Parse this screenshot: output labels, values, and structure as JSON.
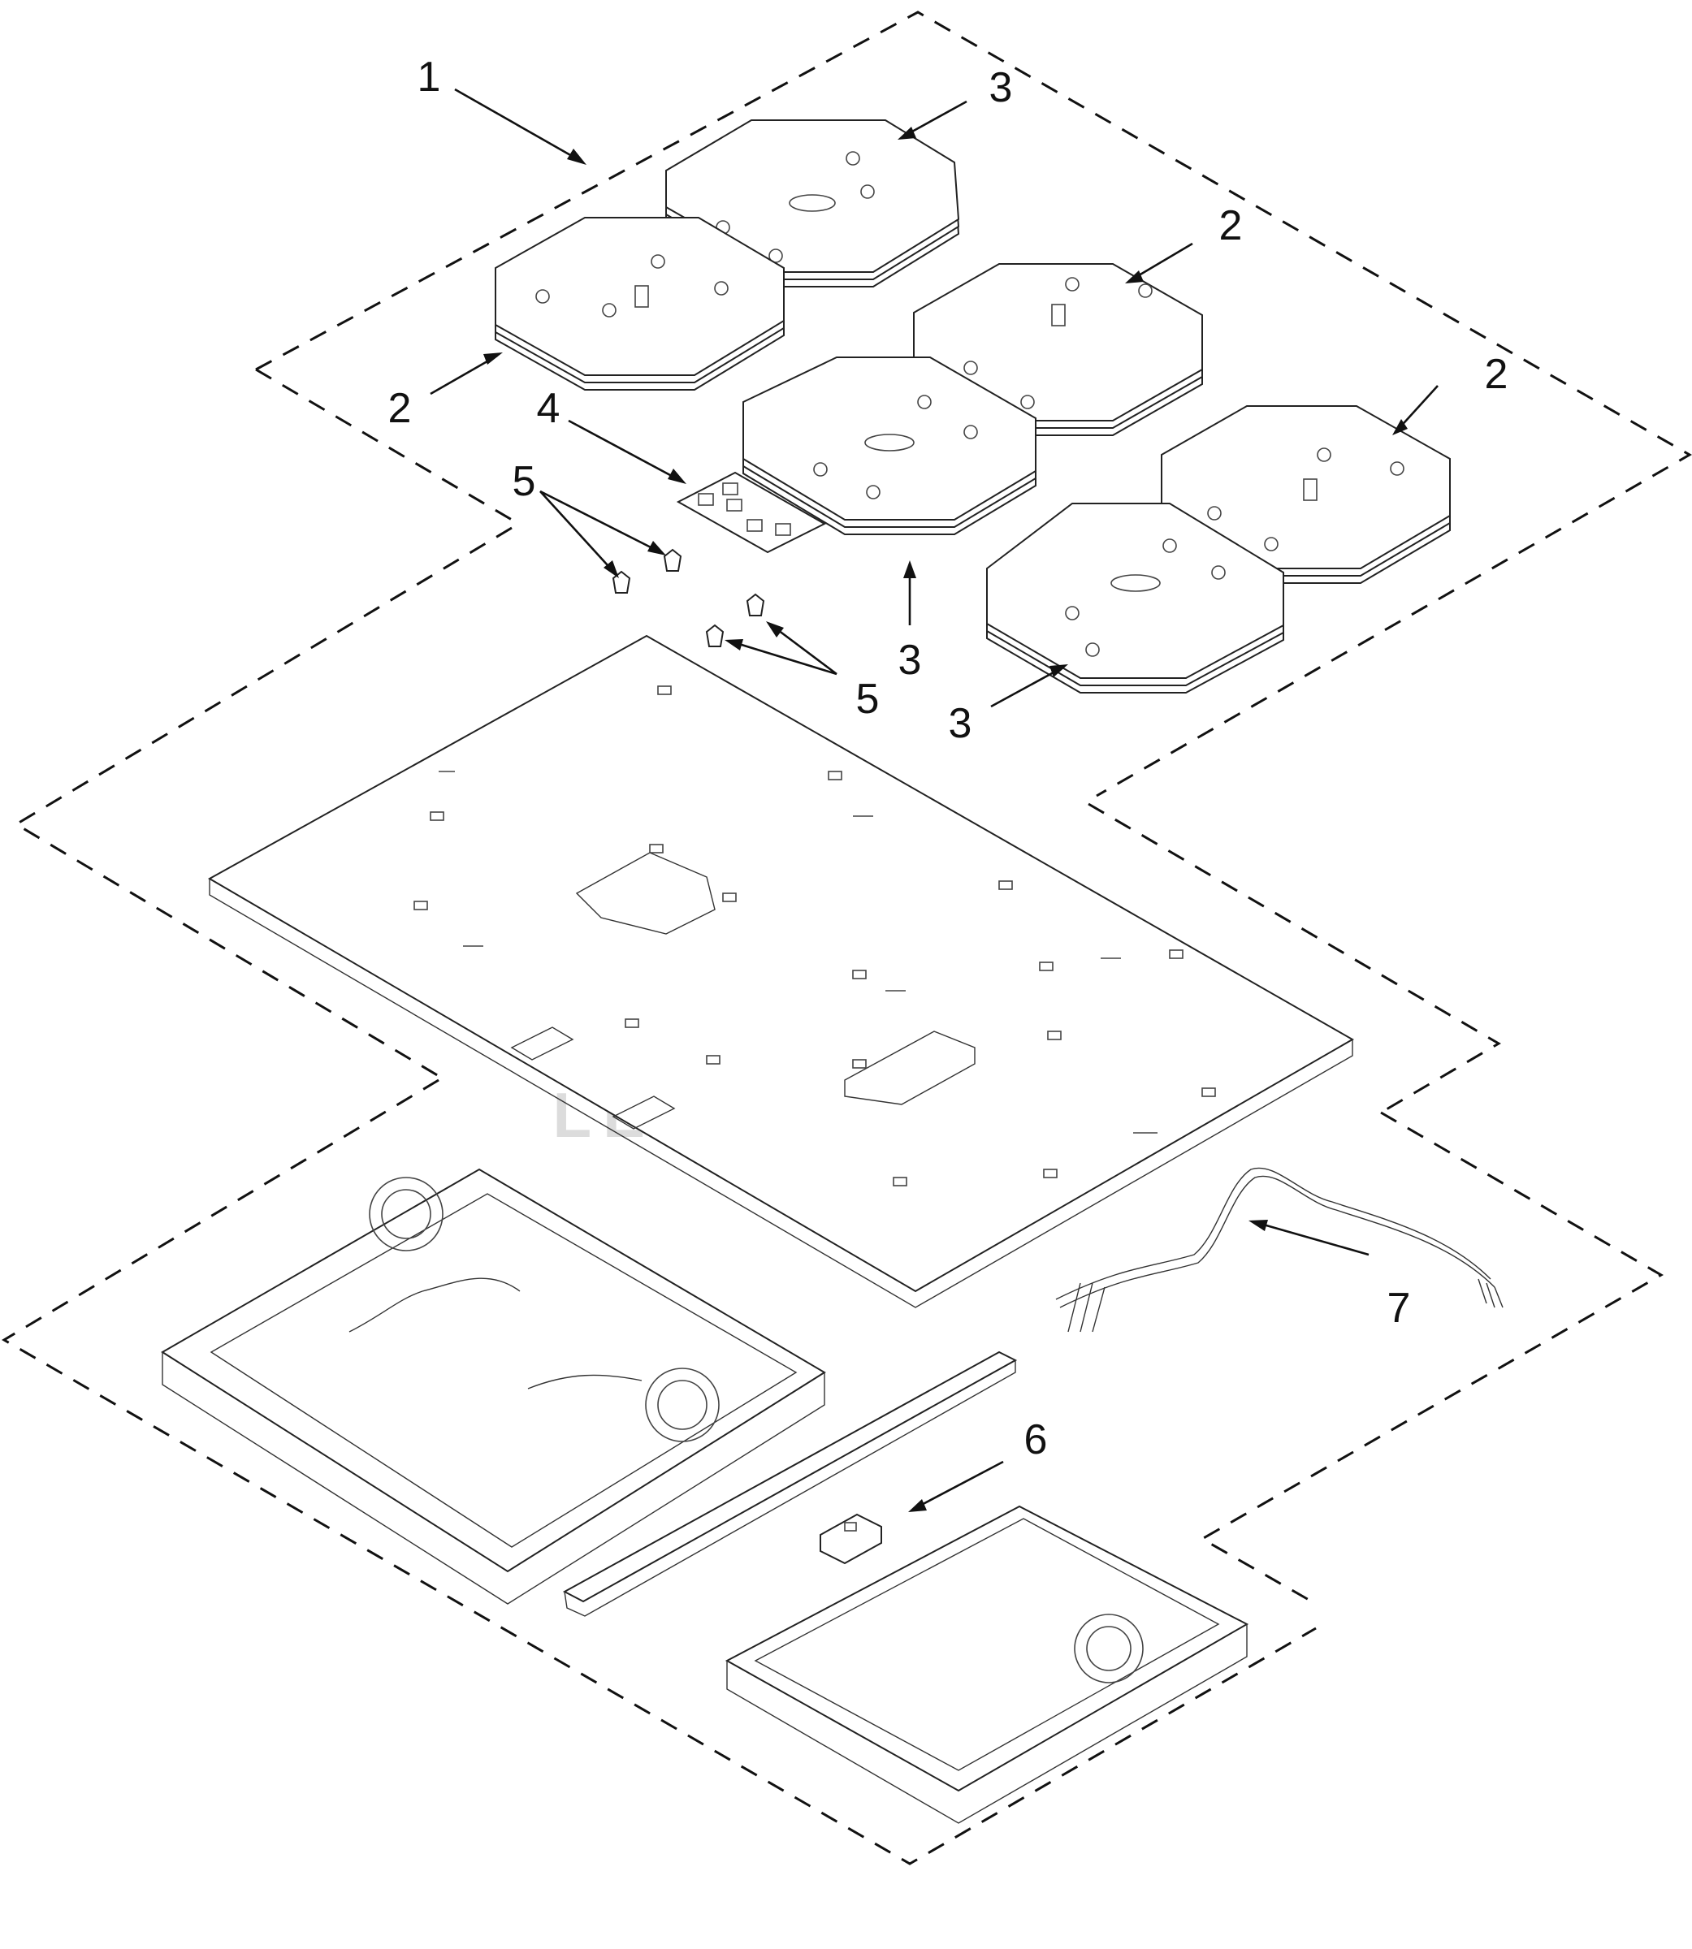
{
  "diagram": {
    "callout_labels": {
      "assembly": "1",
      "coil_large_a": "2",
      "coil_large_b": "2",
      "coil_large_c": "2",
      "coil_small_a": "3",
      "coil_small_b": "3",
      "coil_small_c": "3",
      "control_board": "4",
      "fastener_a": "5",
      "fastener_b": "5",
      "thermostat": "6",
      "wire_harness": "7"
    },
    "watermark": {
      "text": "LEADVENTURE"
    }
  },
  "colors": {
    "line": "#111111",
    "watermark": "#d9d9d9",
    "background": "#ffffff"
  }
}
